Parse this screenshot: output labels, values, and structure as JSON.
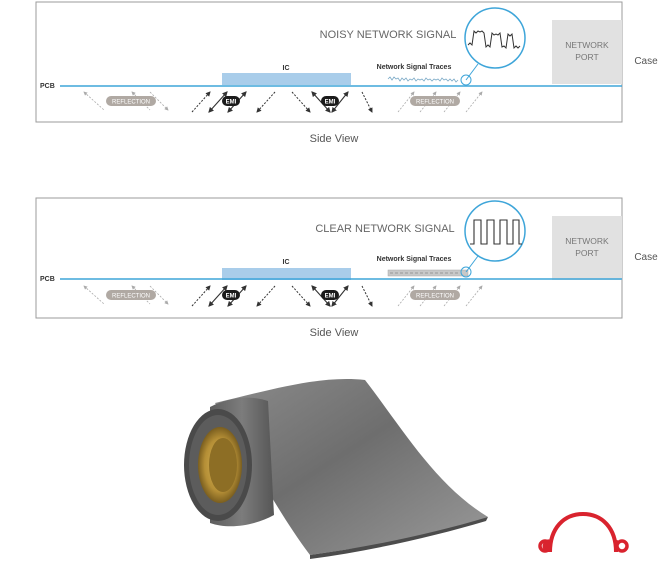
{
  "colors": {
    "trace": "#3ea5d9",
    "ic": "#a9cdea",
    "port_box": "#e1e1e1",
    "reflection_badge": "#b0a9a3",
    "emi_badge": "#1b1b1b",
    "frame": "#9b9b9b",
    "logo": "#d9232e"
  },
  "icons": {
    "emi_arrows": "double-arrow-icon",
    "reflection_arrows": "dashed-arrow-icon",
    "logo": "headphones-logo-icon"
  },
  "panels": [
    {
      "signal_label": "NOISY NETWORK SIGNAL",
      "signal_wave": "noisy",
      "pcb_label": "PCB",
      "ic_label": "IC",
      "traces_label": "Network Signal Traces",
      "port_label_line1": "NETWORK",
      "port_label_line2": "PORT",
      "case_label": "Case",
      "reflection_label": "REFLECTION",
      "emi_label": "EMI",
      "caption": "Side View"
    },
    {
      "signal_label": "CLEAR NETWORK SIGNAL",
      "signal_wave": "clean",
      "pcb_label": "PCB",
      "ic_label": "IC",
      "traces_label": "Network Signal Traces",
      "port_label_line1": "NETWORK",
      "port_label_line2": "PORT",
      "case_label": "Case",
      "reflection_label": "REFLECTION",
      "emi_label": "EMI",
      "caption": "Side View"
    }
  ]
}
